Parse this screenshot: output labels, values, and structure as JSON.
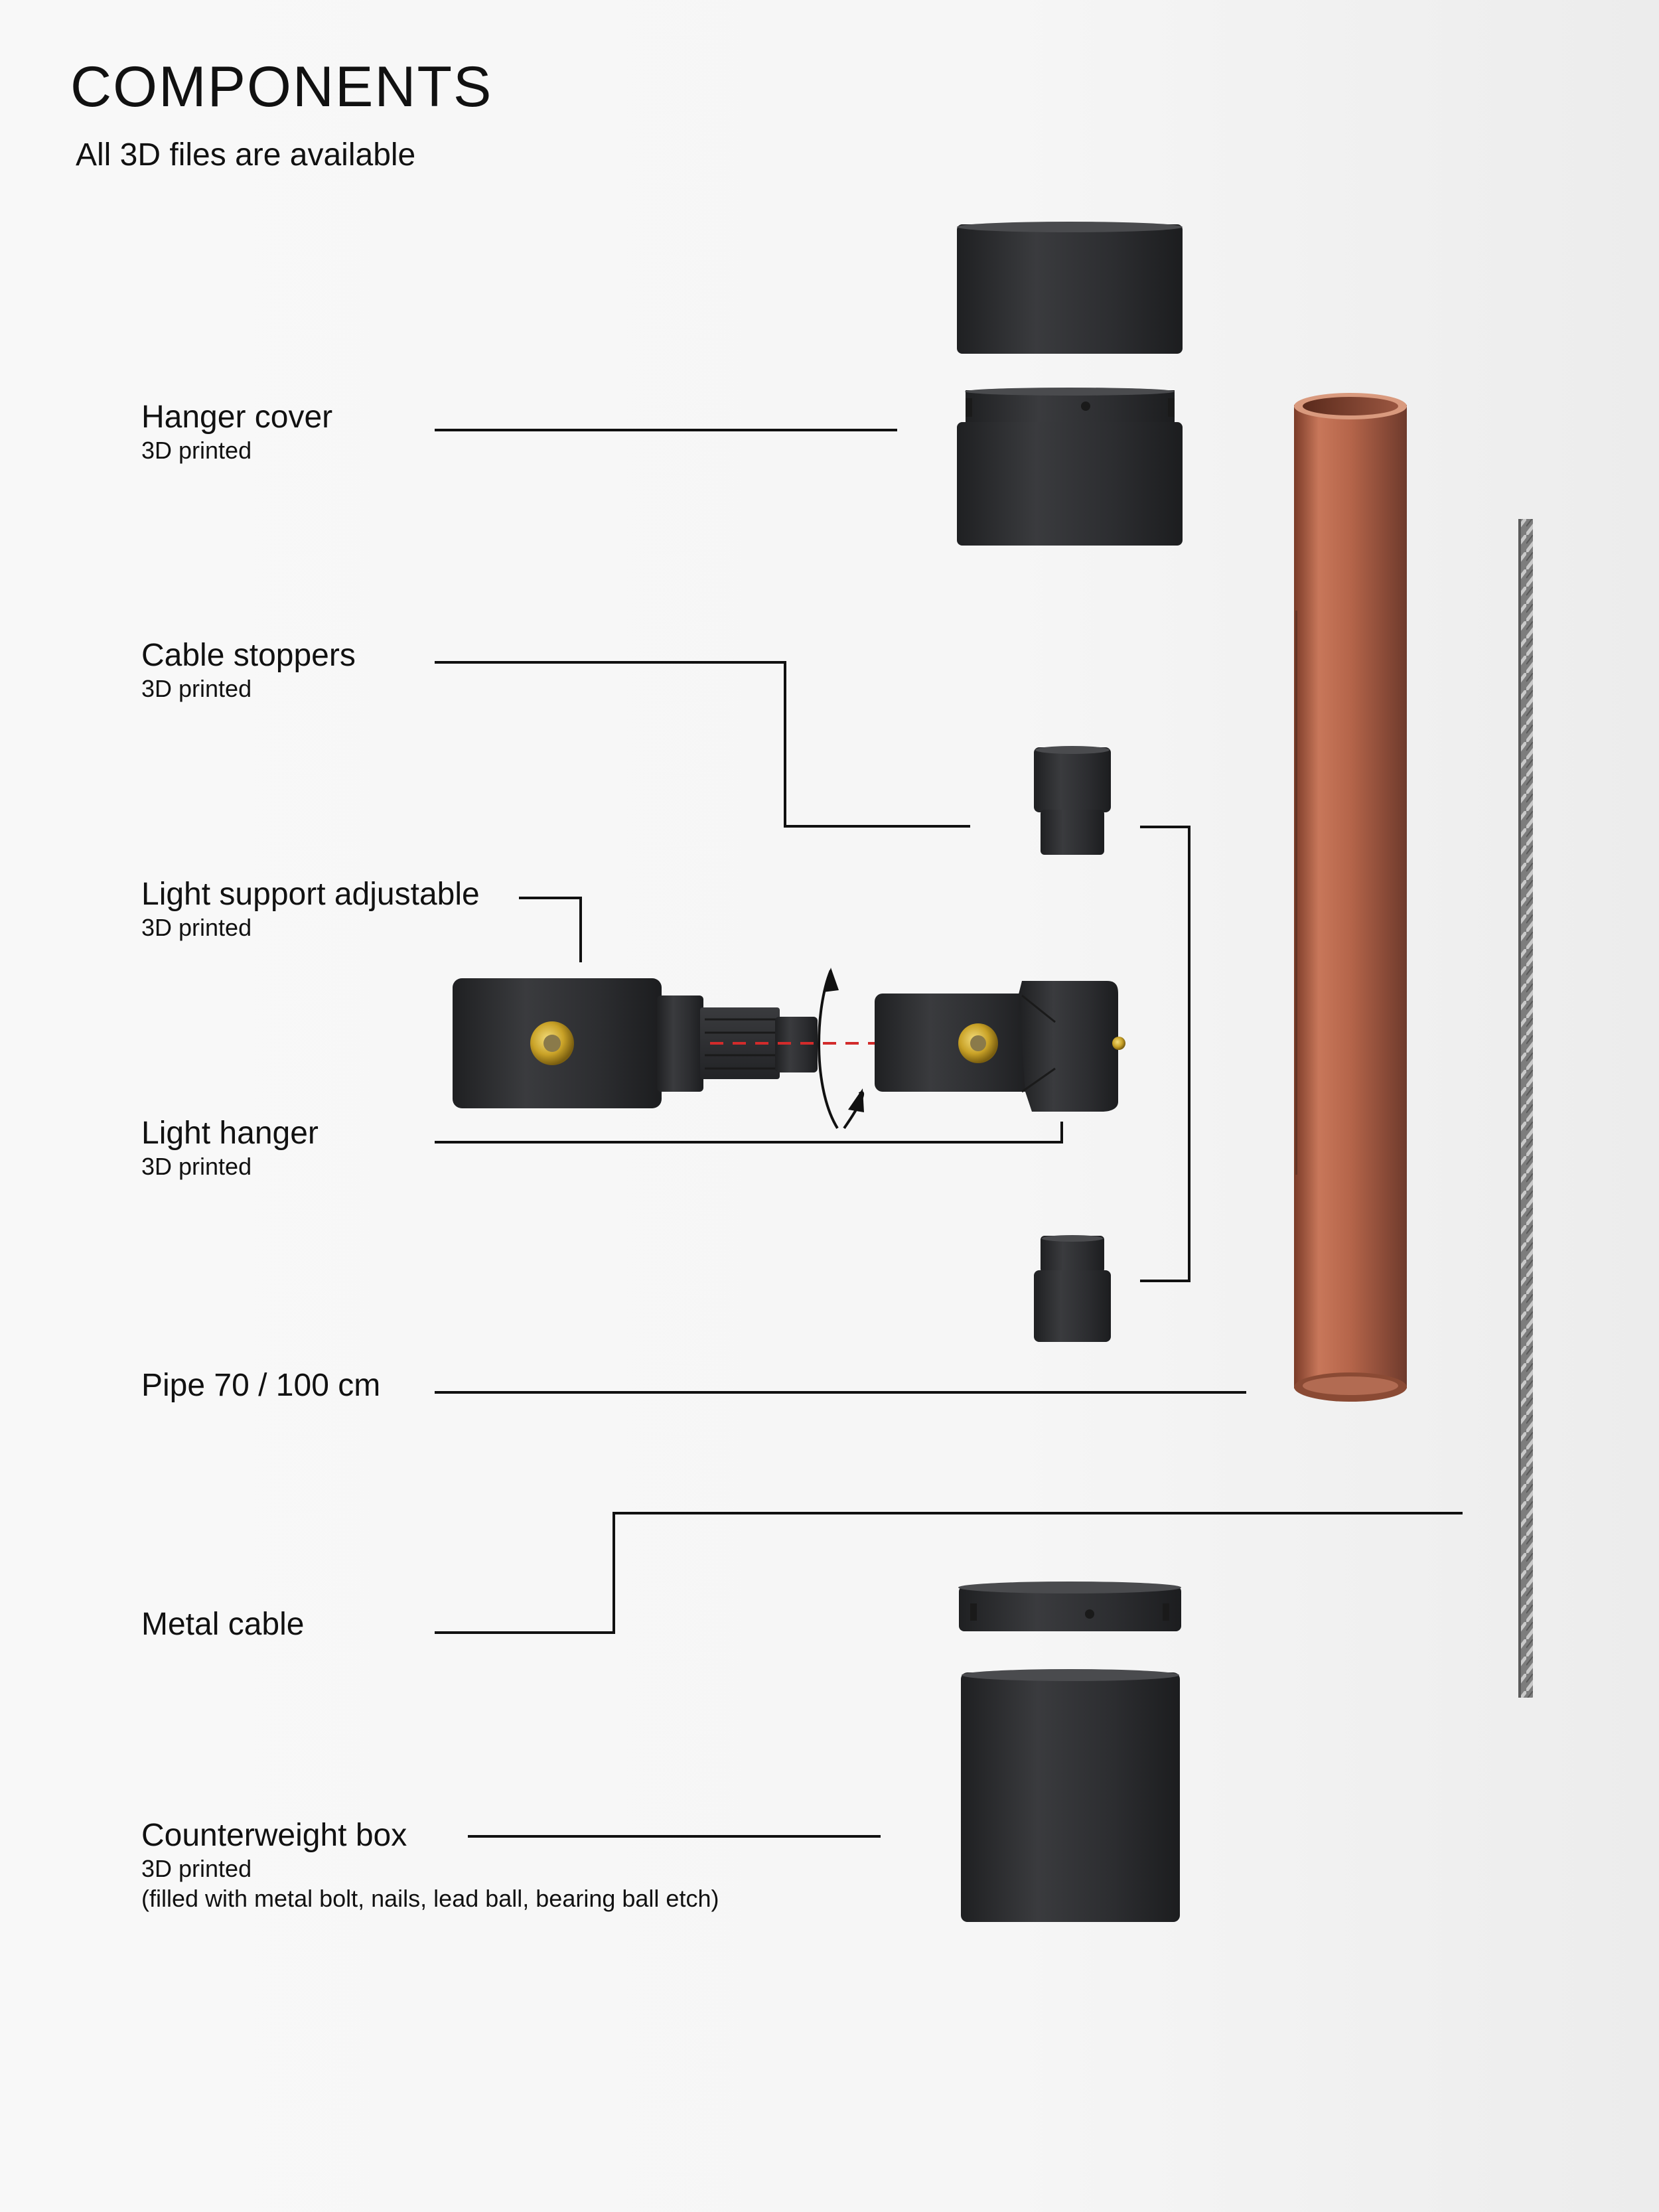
{
  "header": {
    "title": "COMPONENTS",
    "subtitle": "All 3D files are available"
  },
  "components": [
    {
      "name": "Hanger cover",
      "note": "3D printed"
    },
    {
      "name": "Cable stoppers",
      "note": "3D printed"
    },
    {
      "name": "Light support adjustable",
      "note": "3D printed"
    },
    {
      "name": "Light hanger",
      "note": "3D printed"
    },
    {
      "name": "Pipe 70 / 100 cm"
    },
    {
      "name": "Metal cable"
    },
    {
      "name": "Counterweight box",
      "note": "3D printed",
      "note2": "(filled with metal bolt, nails, lead ball, bearing ball etch)"
    }
  ],
  "colors": {
    "part_black": "#2b2c2e",
    "copper": "#b5654a",
    "brass_screw": "#c9a227",
    "axis_dash": "#d22b2b",
    "cable": "#8a8a8a"
  }
}
